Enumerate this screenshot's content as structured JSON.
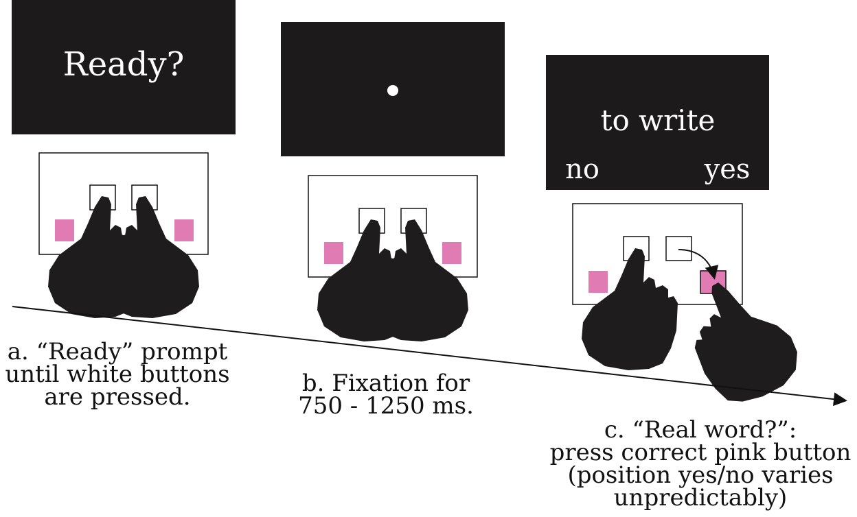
{
  "colors": {
    "screen": "#1c1a1b",
    "screen_text": "#ffffff",
    "pink": "#e07cb3",
    "hand": "#1e1c1d",
    "ink": "#111111"
  },
  "panel_a": {
    "screen_text": "Ready?",
    "caption_lines": [
      "a. “Ready” prompt",
      "until white buttons",
      "are pressed."
    ]
  },
  "panel_b": {
    "screen_icon": "fixation-dot-icon",
    "caption_lines": [
      "b. Fixation for",
      "750 - 1250 ms."
    ]
  },
  "panel_c": {
    "screen_word": "to write",
    "option_left": "no",
    "option_right": "yes",
    "caption_lines": [
      "c. “Real word?”:",
      "press correct pink button",
      "(position yes/no varies",
      "unpredictably)"
    ]
  },
  "icons": [
    "hand-icon",
    "timeline-arrow-icon",
    "motion-arrow-icon"
  ]
}
